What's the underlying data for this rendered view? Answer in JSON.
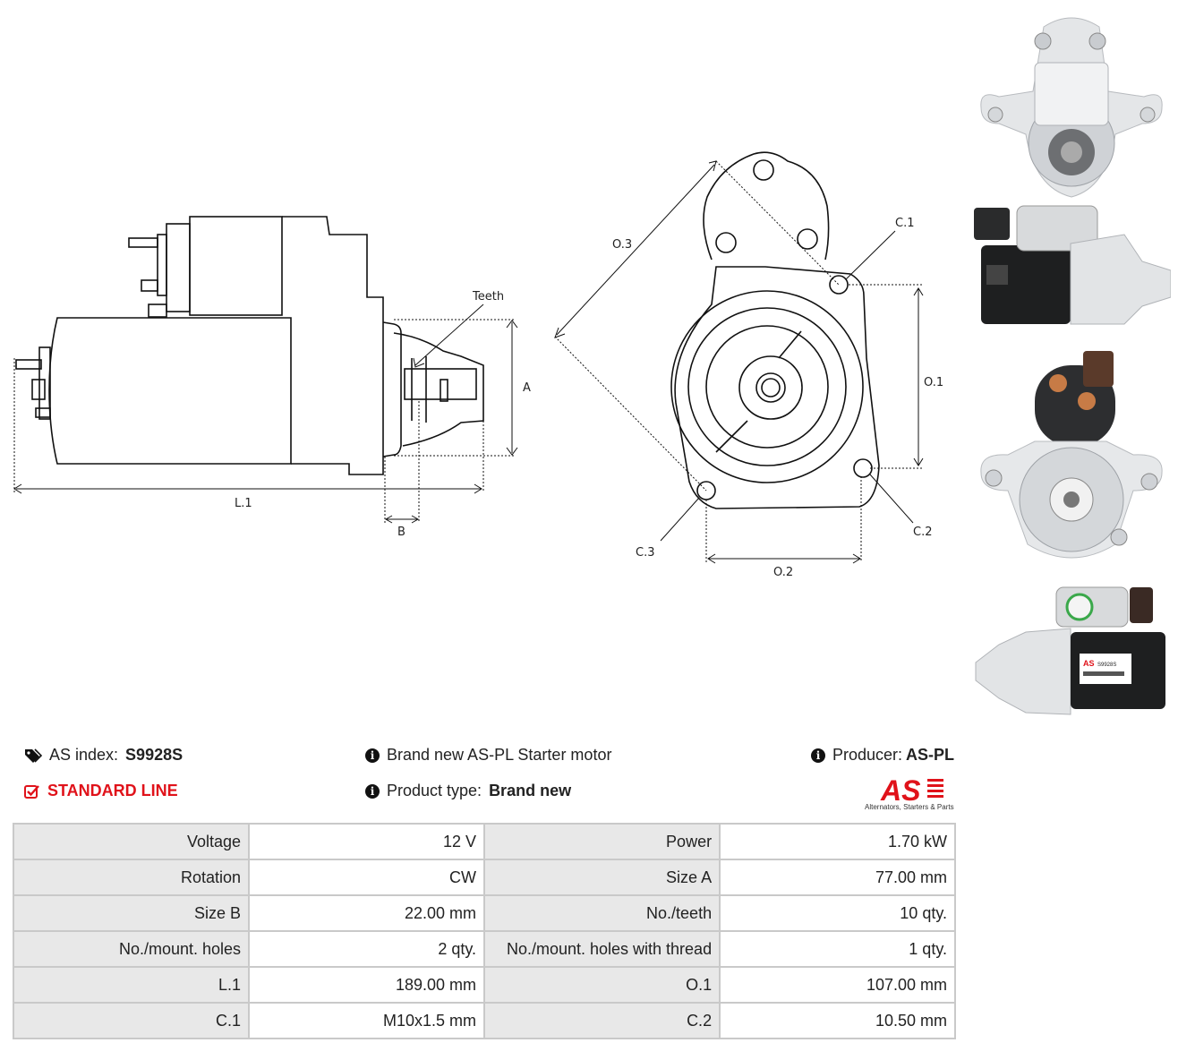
{
  "drawing_labels": {
    "teeth": "Teeth",
    "a": "A",
    "l1": "L.1",
    "b": "B",
    "o1": "O.1",
    "o2": "O.2",
    "o3": "O.3",
    "c1": "C.1",
    "c2": "C.2",
    "c3": "C.3"
  },
  "photo_labels": {
    "badge": "S9928S",
    "brand": "AS"
  },
  "info": {
    "index_label": "AS index:",
    "index_value": "S9928S",
    "line": "STANDARD LINE",
    "brand_new": "Brand new AS-PL Starter motor",
    "type_label": "Product type:",
    "type_value": "Brand new",
    "producer_label": "Producer:",
    "producer_value": "AS-PL"
  },
  "logo": {
    "text": "AS",
    "caption": "Alternators, Starters & Parts",
    "color": "#e0121a"
  },
  "specs": [
    {
      "l1": "Voltage",
      "v1": "12 V",
      "l2": "Power",
      "v2": "1.70 kW"
    },
    {
      "l1": "Rotation",
      "v1": "CW",
      "l2": "Size A",
      "v2": "77.00 mm"
    },
    {
      "l1": "Size B",
      "v1": "22.00 mm",
      "l2": "No./teeth",
      "v2": "10 qty."
    },
    {
      "l1": "No./mount. holes",
      "v1": "2 qty.",
      "l2": "No./mount. holes with thread",
      "v2": "1 qty."
    },
    {
      "l1": "L.1",
      "v1": "189.00 mm",
      "l2": "O.1",
      "v2": "107.00 mm"
    },
    {
      "l1": "C.1",
      "v1": "M10x1.5 mm",
      "l2": "C.2",
      "v2": "10.50 mm"
    }
  ]
}
